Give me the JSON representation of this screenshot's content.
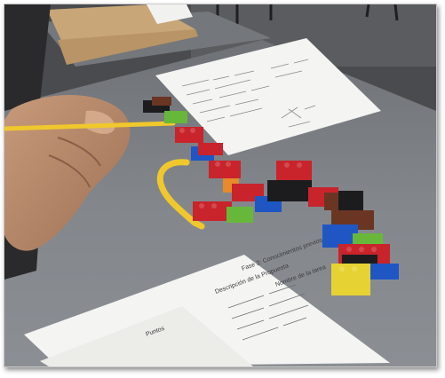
{
  "photo": {
    "subject": "lego-bricks-and-pipe-cleaner-on-desk",
    "colors": {
      "desk": "#7e8287",
      "paper": "#f4f4f2",
      "skin": "#b98b6c",
      "sleeve": "#2a2a2c",
      "folder": "#c8a678",
      "pipe_cleaner": "#f0c82c",
      "red": "#c9232b",
      "green": "#67b83a",
      "blue": "#1f56c4",
      "black": "#1c1c1e",
      "brown": "#6b3524",
      "yellow": "#e7d233",
      "orange": "#e78a2b"
    },
    "document_lines": [
      "Fase 2: Conocimientos previos",
      "Nombre de la tarea",
      "Descripción de la Propuesta",
      "Puntos"
    ]
  }
}
